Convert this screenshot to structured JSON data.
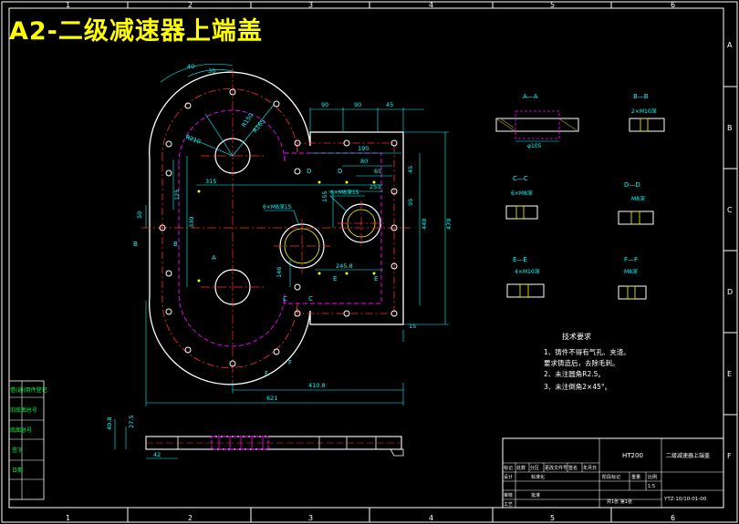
{
  "title": "A2-二级减速器上端盖",
  "colors": {
    "background": "#000000",
    "frame": "#ffffff",
    "outline": "#ffffff",
    "hidden": "#ff00ff",
    "center": "#ff3030",
    "dimension": "#00ffff",
    "hole": "#ffff00",
    "title": "#ffff00"
  },
  "grid": {
    "columns": [
      "1",
      "2",
      "3",
      "4",
      "5",
      "6"
    ],
    "rows": [
      "A",
      "B",
      "C",
      "D",
      "E",
      "F"
    ]
  },
  "main_view_dims": {
    "angle_a": "40",
    "angle_b": "30",
    "r1": "R150",
    "r2": "R165",
    "r3": "R210",
    "top_90a": "90",
    "top_90b": "90",
    "top_45": "45",
    "d190": "190",
    "d80": "80",
    "d65": "65",
    "d253": "253",
    "d315": "315",
    "d330": "330",
    "d125": "125",
    "d50": "50",
    "d155": "155",
    "d45": "45",
    "d95": "95",
    "d440": "440",
    "d470": "470",
    "d245": "245.8",
    "d146": "146",
    "d15": "15",
    "d410": "410.8",
    "d621": "621",
    "hole_note1": "6×M8深15",
    "hole_note2": "6×M8深15"
  },
  "section_marks": [
    "A",
    "B",
    "C",
    "D",
    "E",
    "F"
  ],
  "side_view_dims": {
    "d40": "40.8",
    "d27": "27.5",
    "d42": "42"
  },
  "section_views": [
    {
      "label": "A—A",
      "dim": "φ105"
    },
    {
      "label": "B—B",
      "dim": "2×M10深"
    },
    {
      "label": "C—C",
      "dim": "6×M8深"
    },
    {
      "label": "D—D",
      "dim": "M8深"
    },
    {
      "label": "E—E",
      "dim": "4×M10深"
    },
    {
      "label": "F—F",
      "dim": "M8深"
    }
  ],
  "tech_requirements": {
    "heading": "技术要求",
    "items": [
      "1、铸件不得有气孔、夹渣。",
      "   要求铸造后，去除毛刺。",
      "2、未注圆角R2.5。",
      "3、未注倒角2×45°。"
    ]
  },
  "left_stamp": [
    "借(通)用件登记",
    "旧底图总号",
    "底图总号",
    "签字",
    "日期"
  ],
  "title_block": {
    "material": "HT200",
    "name": "二级减速器上端盖",
    "code": "YTZ-10/10-01-00",
    "scale": "1:5",
    "sheet": "共1张 第1张",
    "headers": [
      "标记",
      "处数",
      "分区",
      "更改文件号",
      "签名",
      "年月日"
    ],
    "roles": [
      "设计",
      "审核",
      "工艺"
    ],
    "fields": [
      "标准化",
      "阶段标记",
      "重量",
      "比例",
      "批准"
    ]
  }
}
